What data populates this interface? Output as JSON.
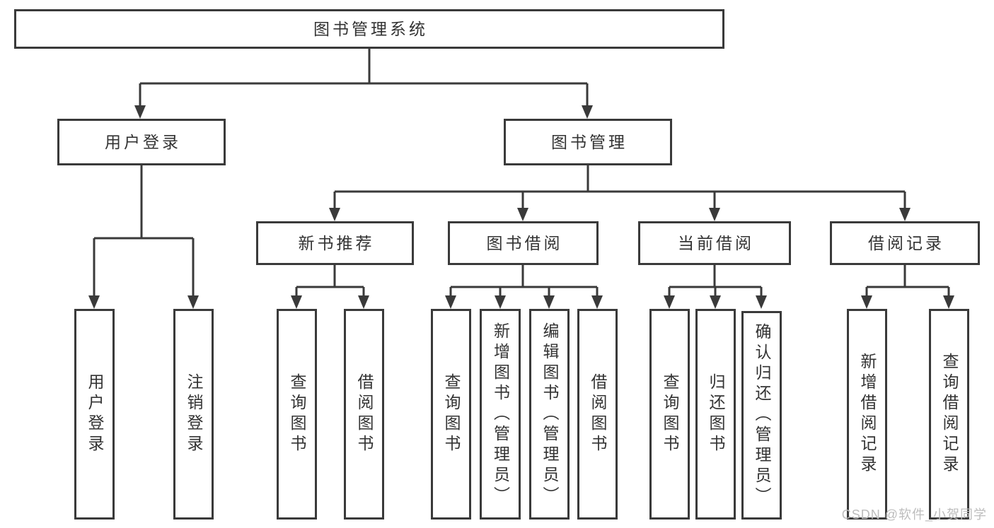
{
  "diagram_title": "图书管理系统",
  "nodes": {
    "root": {
      "label": "图书管理系统"
    },
    "user_login": {
      "label": "用户登录"
    },
    "book_management": {
      "label": "图书管理"
    },
    "new_book_recommend": {
      "label": "新书推荐"
    },
    "book_borrowing": {
      "label": "图书借阅"
    },
    "current_borrowing": {
      "label": "当前借阅"
    },
    "borrowing_records": {
      "label": "借阅记录"
    },
    "v_user_login": {
      "label": "用户登录"
    },
    "v_logout": {
      "label": "注销登录"
    },
    "v_query_book_1": {
      "label": "查询图书"
    },
    "v_borrow_book_1": {
      "label": "借阅图书"
    },
    "v_query_book_2": {
      "label": "查询图书"
    },
    "v_add_book_admin": {
      "label": "新增图书（管理员）"
    },
    "v_edit_book_admin": {
      "label": "编辑图书（管理员）"
    },
    "v_borrow_book_2": {
      "label": "借阅图书"
    },
    "v_query_book_3": {
      "label": "查询图书"
    },
    "v_return_book": {
      "label": "归还图书"
    },
    "v_confirm_return_admin": {
      "label": "确认归还（管理员）"
    },
    "v_add_borrow_record": {
      "label": "新增借阅记录"
    },
    "v_query_borrow_record": {
      "label": "查询借阅记录"
    }
  },
  "watermark": "CSDN @软件_小贺同学",
  "colors": {
    "line": "#3a3a3a",
    "box_border": "#3a3a3a",
    "text": "#333333",
    "watermark": "#bdbdbd",
    "background": "#ffffff"
  }
}
